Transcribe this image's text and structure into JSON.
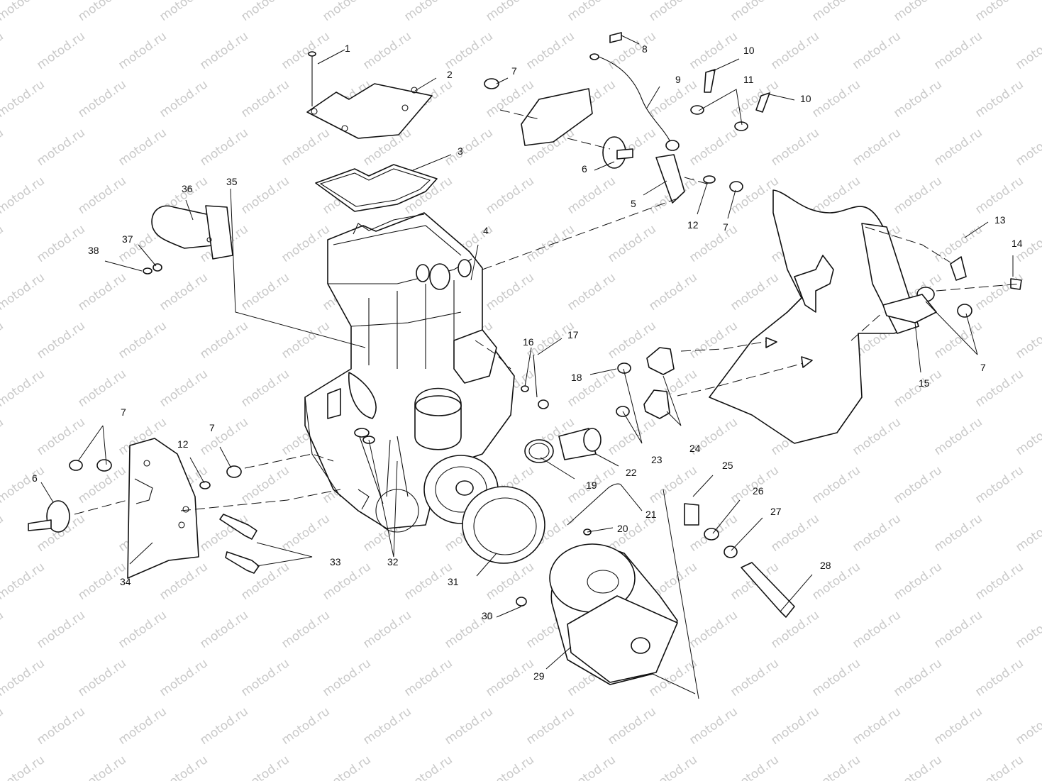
{
  "watermark": {
    "text": "motod.ru"
  },
  "callouts": {
    "c1": "1",
    "c2": "2",
    "c3": "3",
    "c4": "4",
    "c5": "5",
    "c6a": "6",
    "c6b": "6",
    "c7a": "7",
    "c7b": "7",
    "c7c": "7",
    "c7d": "7",
    "c7e": "7",
    "c8": "8",
    "c9": "9",
    "c10a": "10",
    "c10b": "10",
    "c11": "11",
    "c12a": "12",
    "c12b": "12",
    "c13": "13",
    "c14": "14",
    "c15": "15",
    "c16": "16",
    "c17": "17",
    "c18": "18",
    "c19": "19",
    "c20": "20",
    "c21": "21",
    "c22": "22",
    "c23": "23",
    "c24": "24",
    "c25": "25",
    "c26": "26",
    "c27": "27",
    "c28": "28",
    "c29": "29",
    "c30": "30",
    "c31": "31",
    "c32": "32",
    "c33": "33",
    "c34": "34",
    "c35": "35",
    "c36": "36",
    "c37": "37",
    "c38": "38"
  }
}
